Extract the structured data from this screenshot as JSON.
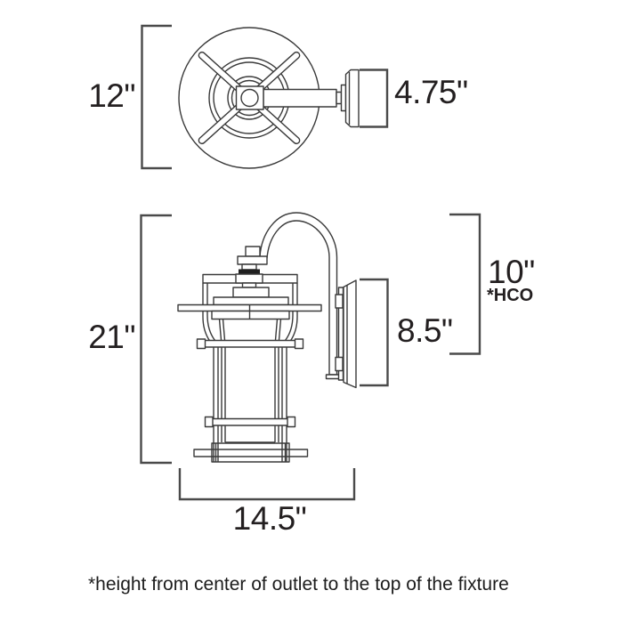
{
  "page": {
    "background": "#ffffff",
    "line_color": "#3a3a3a",
    "bracket_color": "#4a4a4a",
    "text_color": "#231f20"
  },
  "figures": {
    "top_view": {
      "name": "fixture top view",
      "height_dim": "12\"",
      "depth_dim": "4.75\""
    },
    "side_view": {
      "name": "fixture side view",
      "height_dim": "21\"",
      "hco_dim": "10\"",
      "hco_note": "*HCO",
      "backplate_dim": "8.5\"",
      "width_dim": "14.5\""
    }
  },
  "footnote": {
    "text": "*height from center of outlet to the top of the fixture"
  }
}
